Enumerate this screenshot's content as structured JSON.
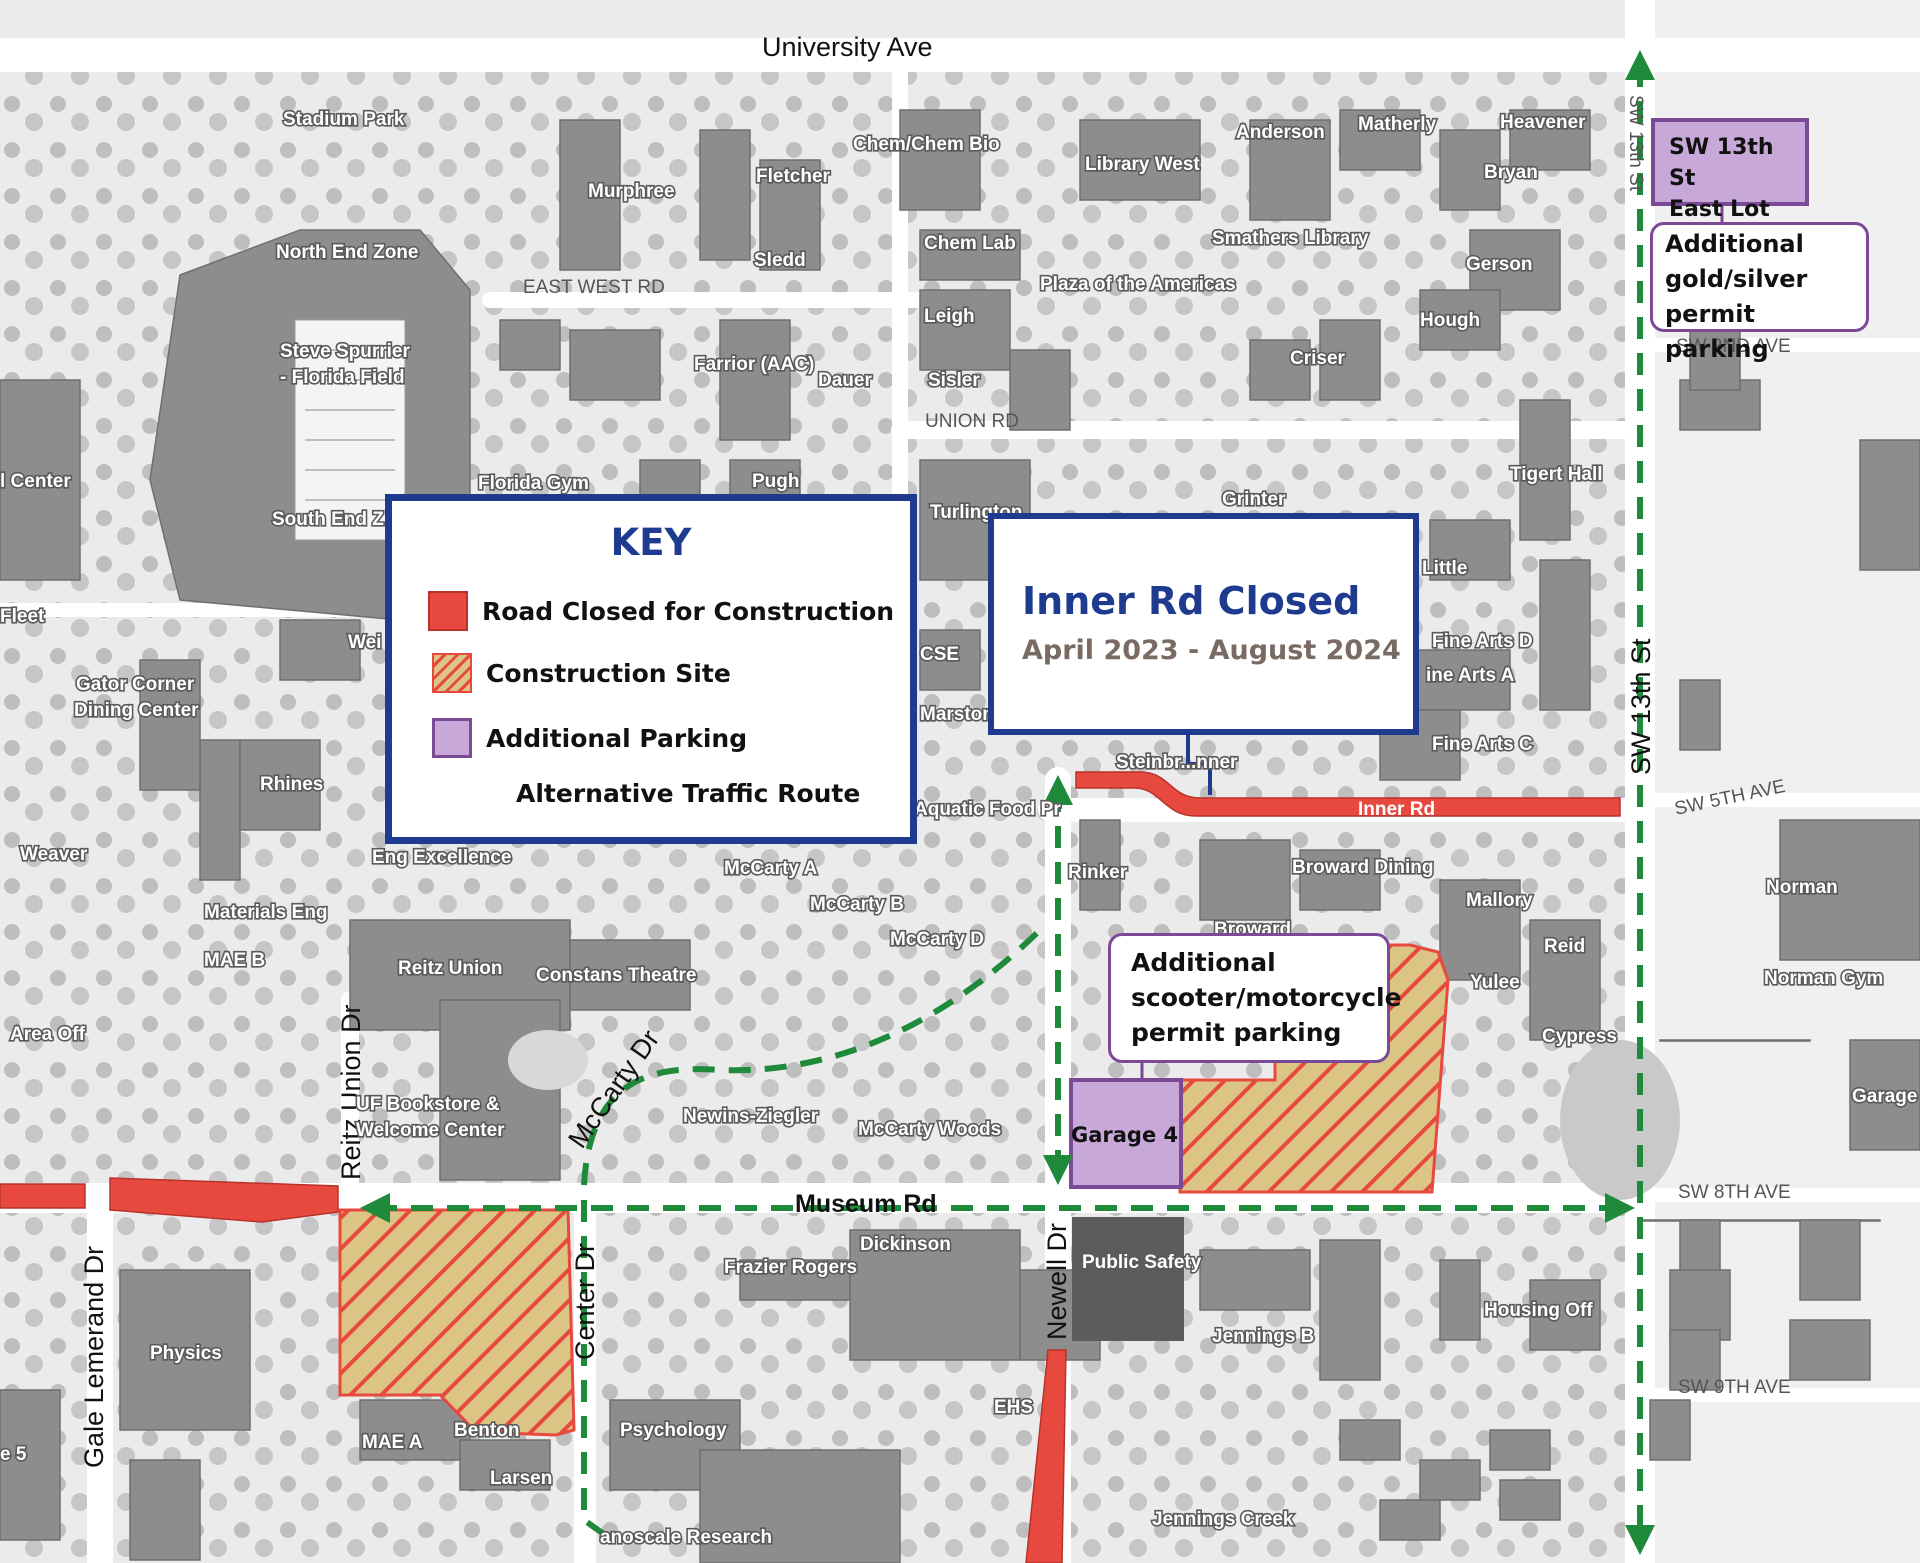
{
  "key": {
    "title": "KEY",
    "items": [
      {
        "label": "Road Closed for Construction",
        "swatch": "red",
        "color": "#e8493f"
      },
      {
        "label": "Construction Site",
        "swatch": "hatch",
        "color": "#e8493f"
      },
      {
        "label": "Additional Parking",
        "swatch": "purple",
        "color": "#c7a8d9"
      },
      {
        "label": "Alternative Traffic Route",
        "swatch": "arrow",
        "color": "#1e8a3a"
      }
    ]
  },
  "closure_notice": {
    "heading": "Inner Rd Closed",
    "dates": "April 2023 - August 2024"
  },
  "callouts": {
    "lot_name": "SW 13th St East Lot",
    "lot_line1": "SW 13th St",
    "lot_line2": "East Lot",
    "gold_line1": "Additional",
    "gold_line2": "gold/silver",
    "gold_line3": "permit parking",
    "scooter_line1": "Additional",
    "scooter_line2": "scooter/motorcycle",
    "scooter_line3": "permit parking",
    "garage4": "Garage 4"
  },
  "streets": {
    "university_ave": "University Ave",
    "sw_13th_st": "SW 13th St",
    "sw_13th_st_top": "SW 13th St",
    "museum_rd": "Museum Rd",
    "inner_rd": "Inner Rd",
    "newell_dr": "Newell Dr",
    "center_dr": "Center Dr",
    "mccarty_dr": "McCarty Dr",
    "reitz_union_dr": "Reitz Union Dr",
    "gale_lemerand_dr": "Gale Lemerand Dr",
    "east_west_rd": "EAST WEST RD",
    "union_rd": "UNION RD",
    "sw_2nd_ave": "SW 2ND AVE",
    "sw_5th_ave": "SW 5TH AVE",
    "sw_8th_ave": "SW 8TH AVE",
    "sw_9th_ave": "SW 9TH AVE"
  },
  "buildings": {
    "stadium_park": "Stadium Park",
    "north_end_zone": "North End Zone",
    "steve_spurrier": "Steve Spurrier",
    "florida_field": "- Florida Field",
    "south_end": "South End Z",
    "center": "l Center",
    "fleet": "Fleet",
    "gator_corner": "Gator Corner",
    "dining_center": "Dining Center",
    "rhines": "Rhines",
    "weaver": "Weaver",
    "eng_excellence": "Eng Excellence",
    "materials_eng": "Materials Eng",
    "mae_b": "MAE B",
    "area_off": "Area Off",
    "reitz_union": "Reitz Union",
    "constans": "Constans Theatre",
    "bookstore1": "UF Bookstore &",
    "bookstore2": "Welcome Center",
    "physics": "Physics",
    "mae_a": "MAE A",
    "benton": "Benton",
    "larsen": "Larsen",
    "e5": "e 5",
    "newins": "Newins-Ziegler",
    "mccarty_woods": "McCarty Woods",
    "frazier": "Frazier Rogers",
    "dickinson": "Dickinson",
    "psychology": "Psychology",
    "nanoscale": "anoscale Research",
    "ehs": "EHS",
    "public_safety": "Public Safety",
    "jennings_b": "Jennings B",
    "jennings_creek": "Jennings Creek",
    "housing_off": "Housing Off",
    "murphree": "Murphree",
    "fletcher": "Fletcher",
    "sledd": "Sledd",
    "chem_bio": "Chem/Chem Bio",
    "library_west": "Library West",
    "chem_lab": "Chem Lab",
    "leigh": "Leigh",
    "sisler": "Sisler",
    "farrior": "Farrior (AAC)",
    "dauer": "Dauer",
    "florida_gym": "Florida Gym",
    "pugh": "Pugh",
    "turlington": "Turlington",
    "cse": "CSE",
    "marston": "Marston",
    "aquatic": "Aquatic Food Pr",
    "mccarty_a": "McCarty A",
    "mccarty_b": "McCarty B",
    "mccarty_d": "McCarty D",
    "anderson": "Anderson",
    "matherly": "Matherly",
    "heavener": "Heavener",
    "bryan": "Bryan",
    "smathers": "Smathers Library",
    "plaza": "Plaza of the Americas",
    "gerson": "Gerson",
    "hough": "Hough",
    "criser": "Criser",
    "grinter": "Grinter",
    "tigert": "Tigert Hall",
    "little": "Little",
    "fine_arts_d": "Fine Arts D",
    "fine_arts_a": "ine Arts A",
    "fine_arts_c": "Fine Arts C",
    "steinbrenner": "Steinbr...nner",
    "rinker": "Rinker",
    "broward_dining": "Broward Dining",
    "broward": "Broward",
    "mallory": "Mallory",
    "reid": "Reid",
    "yulee": "Yulee",
    "cypress": "Cypress",
    "norman": "Norman",
    "norman_gym": "Norman Gym",
    "garage": "Garage",
    "wei": "Wei"
  }
}
